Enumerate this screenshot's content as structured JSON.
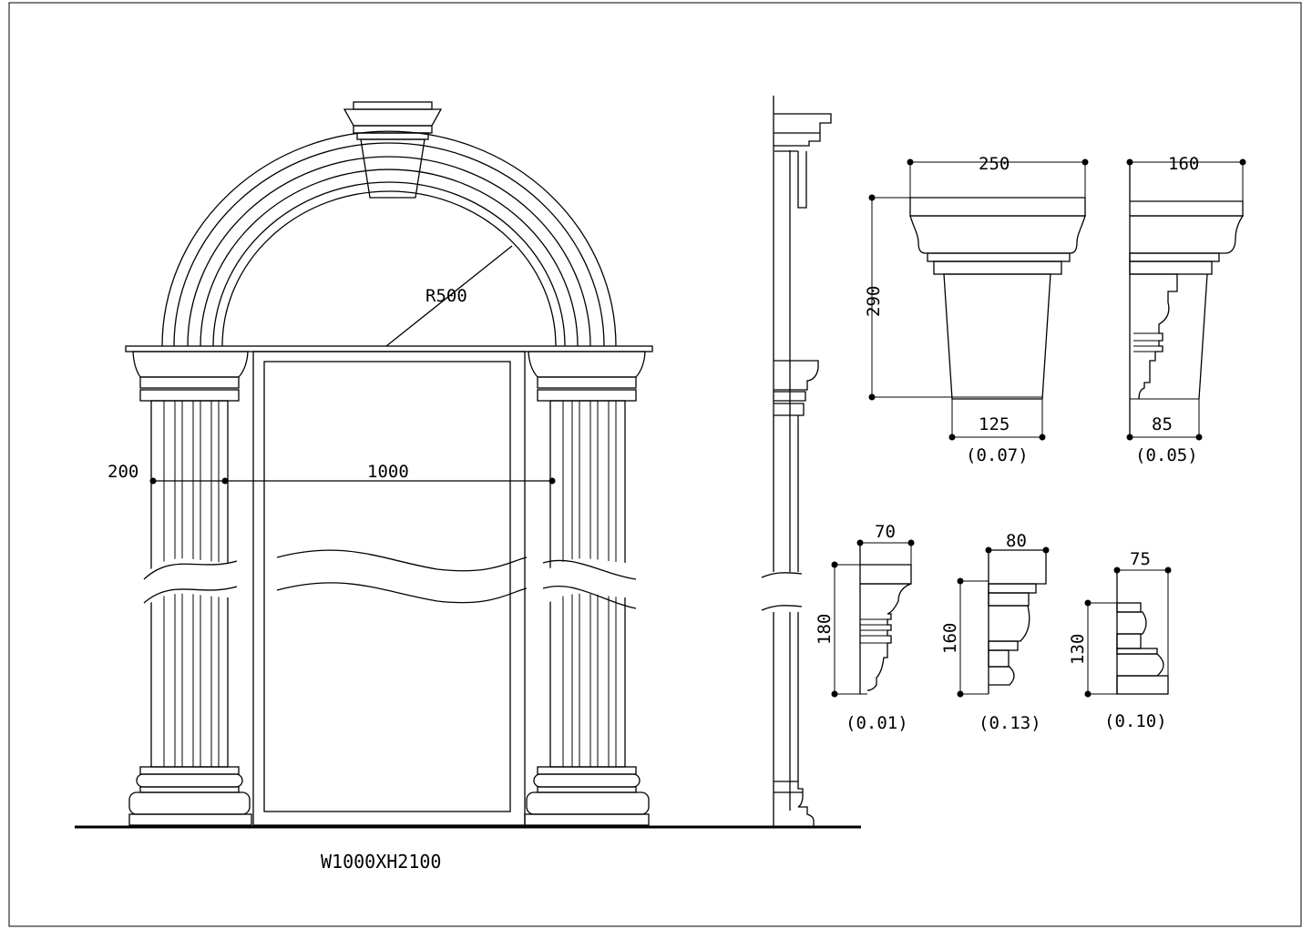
{
  "elevation": {
    "radius_label": "R500",
    "width_dim": "1000",
    "column_dim": "200",
    "caption": "W1000XH2100"
  },
  "details": {
    "keystone": {
      "top": "250",
      "height": "290",
      "bottom": "125",
      "note": "(0.07)"
    },
    "keystone_side": {
      "top": "160",
      "bottom": "85",
      "note": "(0.05)"
    },
    "profile_a": {
      "width": "70",
      "height": "180",
      "note": "(0.01)"
    },
    "profile_b": {
      "width": "80",
      "height": "160",
      "note": "(0.13)"
    },
    "profile_c": {
      "width": "75",
      "height": "130",
      "note": "(0.10)"
    }
  }
}
